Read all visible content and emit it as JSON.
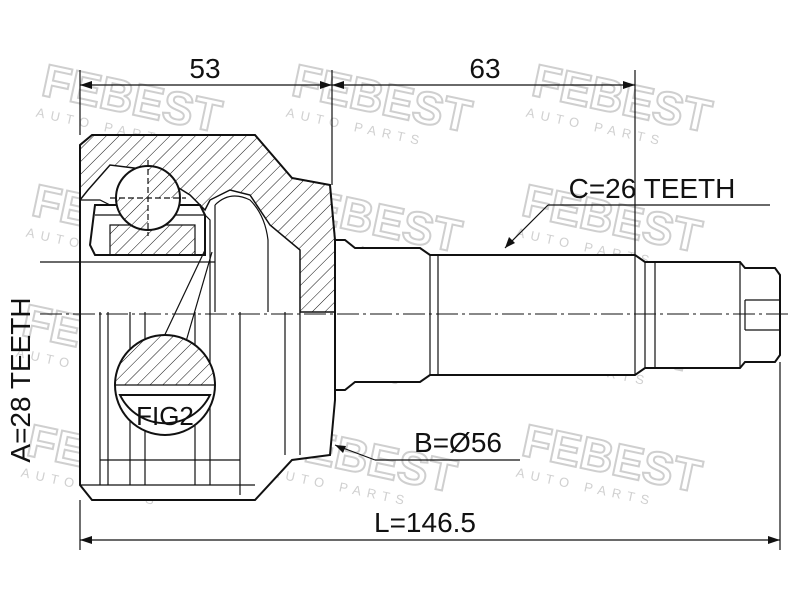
{
  "watermark": {
    "brand": "FEBEST",
    "tagline": "AUTO PARTS"
  },
  "dimensions": {
    "width_left": "53",
    "width_right": "63",
    "total_length": "L=146.5",
    "diameter": "B=Ø56"
  },
  "labels": {
    "teeth_outer": "C=26 TEETH",
    "teeth_inner": "A=28 TEETH",
    "figure": "FIG2"
  },
  "colors": {
    "line": "#111111",
    "watermark": "#cfcfcf",
    "background": "#ffffff"
  }
}
